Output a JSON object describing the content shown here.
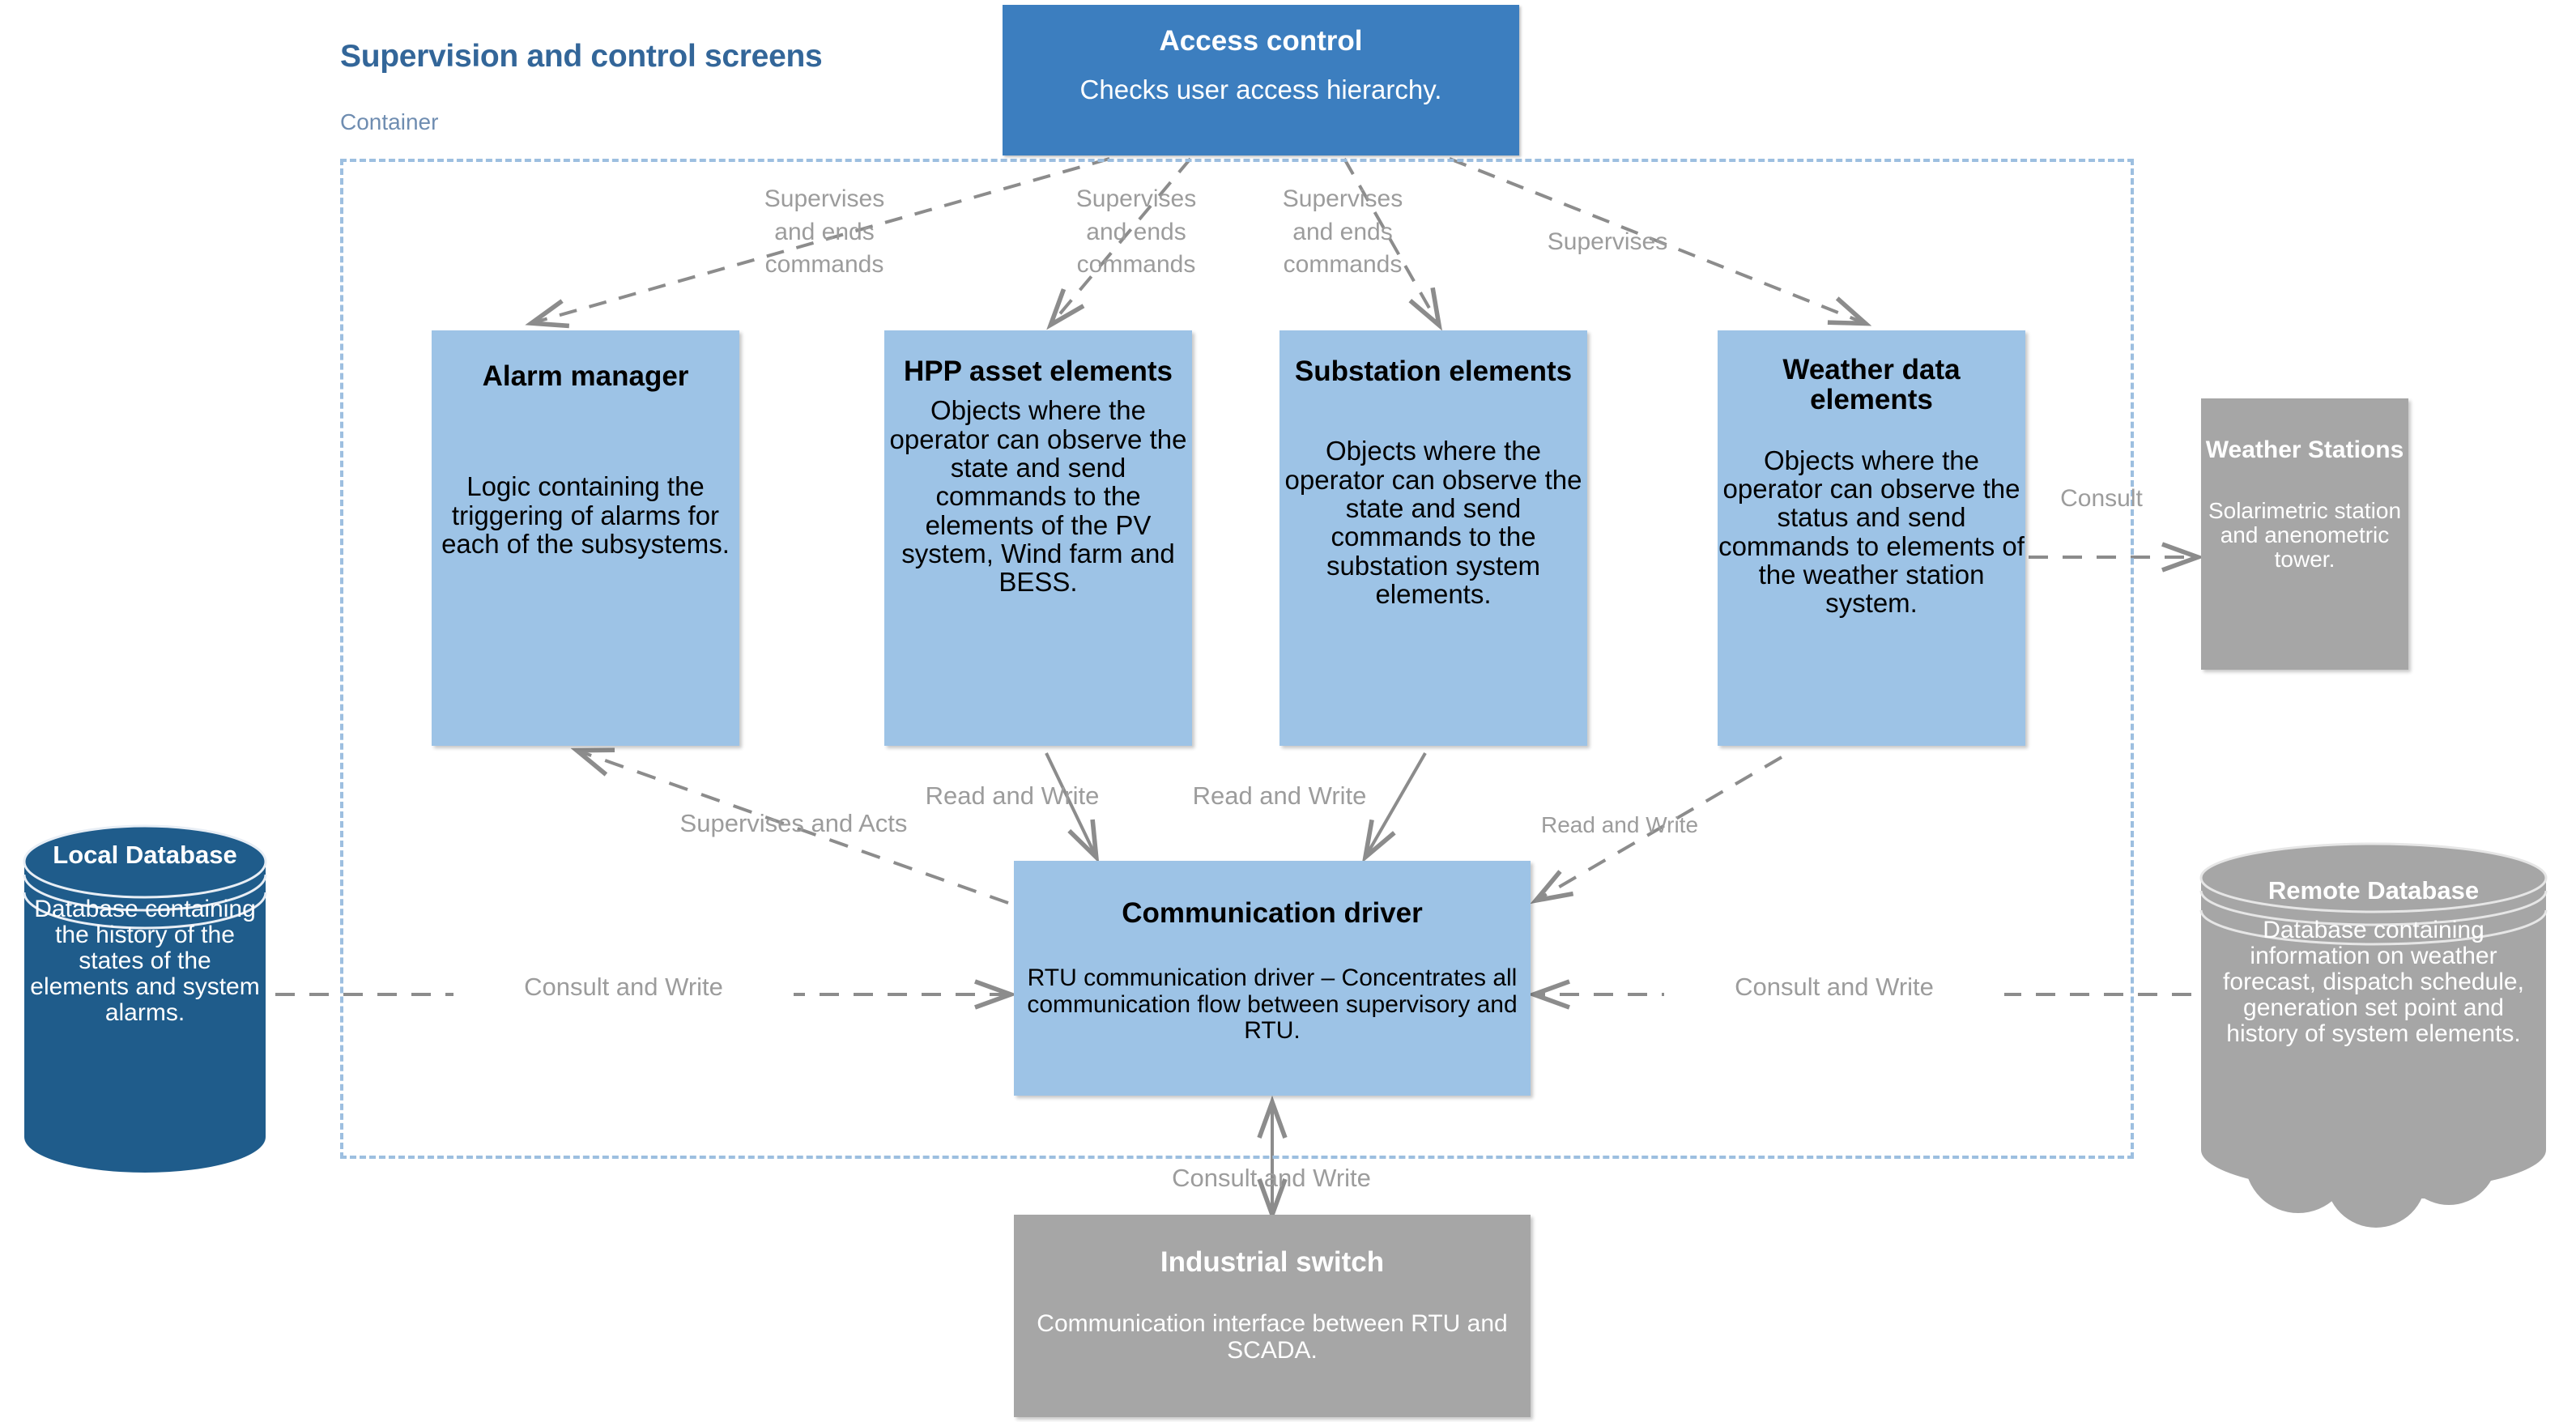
{
  "group": {
    "title": "Supervision and control screens",
    "subtitle": "Container"
  },
  "nodes": {
    "access_control": {
      "title": "Access control",
      "description": "Checks user access hierarchy."
    },
    "alarm_manager": {
      "title": "Alarm manager",
      "description": "Logic containing the triggering of alarms for each of the subsystems."
    },
    "hpp_asset_elements": {
      "title": "HPP asset elements",
      "description": "Objects where the operator can observe the state and send commands to the elements of the PV system, Wind farm and BESS."
    },
    "substation_elements": {
      "title": "Substation elements",
      "description": "Objects where the operator can observe the state and send commands to the substation system elements."
    },
    "weather_data_elements": {
      "title": "Weather data elements",
      "description": "Objects where the operator can observe the status and send commands to elements of the weather station system."
    },
    "weather_stations": {
      "title": "Weather Stations",
      "description": "Solarimetric station and anenometric tower."
    },
    "communication_driver": {
      "title": "Communication driver",
      "description": "RTU communication driver – Concentrates all communication flow between supervisory and RTU."
    },
    "industrial_switch": {
      "title": "Industrial switch",
      "description": "Communication interface between RTU and SCADA."
    },
    "local_database": {
      "title": "Local\nDatabase",
      "description": "Database containing the history of the states of the elements and system alarms."
    },
    "remote_database": {
      "title": "Remote Database",
      "description": "Database containing information on weather forecast, dispatch schedule, generation set point and history of system elements."
    }
  },
  "edges": [
    {
      "id": "supervises-ends-commands-alarm",
      "label": "Supervises\nand ends\ncommands",
      "from": "access_control",
      "to": "alarm_manager"
    },
    {
      "id": "supervises-ends-commands-hpp",
      "label": "Supervises\nand ends\ncommands",
      "from": "access_control",
      "to": "hpp_asset_elements"
    },
    {
      "id": "supervises-ends-commands-substation",
      "label": "Supervises\nand ends\ncommands",
      "from": "access_control",
      "to": "substation_elements"
    },
    {
      "id": "supervises-weather",
      "label": "Supervises",
      "from": "access_control",
      "to": "weather_data_elements"
    },
    {
      "id": "supervises-and-acts",
      "label": "Supervises and Acts",
      "from": "communication_driver",
      "to": "alarm_manager"
    },
    {
      "id": "read-and-write-hpp",
      "label": "Read and Write",
      "from": "hpp_asset_elements",
      "to": "communication_driver"
    },
    {
      "id": "read-and-write-substation",
      "label": "Read and Write",
      "from": "substation_elements",
      "to": "communication_driver"
    },
    {
      "id": "read-and-write-weather",
      "label": "Read and Write",
      "from": "weather_data_elements",
      "to": "communication_driver"
    },
    {
      "id": "consult-weather-stations",
      "label": "Consult",
      "from": "weather_data_elements",
      "to": "weather_stations"
    },
    {
      "id": "consult-and-write-local",
      "label": "Consult and Write",
      "from": "local_database",
      "to": "communication_driver"
    },
    {
      "id": "consult-and-write-remote",
      "label": "Consult and Write",
      "from": "remote_database",
      "to": "communication_driver"
    },
    {
      "id": "consult-and-write-switch",
      "label": "Consult and Write",
      "from": "industrial_switch",
      "to": "communication_driver"
    }
  ],
  "colors": {
    "accent_blue": "#3C7EBF",
    "light_blue": "#9DC3E6",
    "gray": "#A6A6A6",
    "dark_blue_db": "#1F5C8B",
    "container_border": "#9DBFE0",
    "title_blue": "#336699",
    "edge_label": "#9C9C9C",
    "connector": "#8C8C8C"
  }
}
